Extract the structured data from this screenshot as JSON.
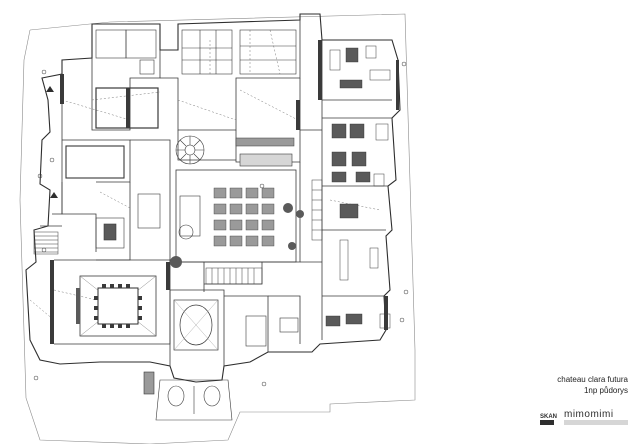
{
  "title": {
    "line1": "chateau clara futura",
    "line2": "1np půdorys"
  },
  "logo": {
    "primary_text": "SKAN",
    "secondary_text": "mimomimi"
  },
  "colors": {
    "line": "#3a3a3a",
    "light_line": "#8a8a8a",
    "fill_dark": "#5a5a5a",
    "fill_mid": "#9a9a9a",
    "fill_light": "#d6d6d6",
    "paper": "#ffffff"
  }
}
